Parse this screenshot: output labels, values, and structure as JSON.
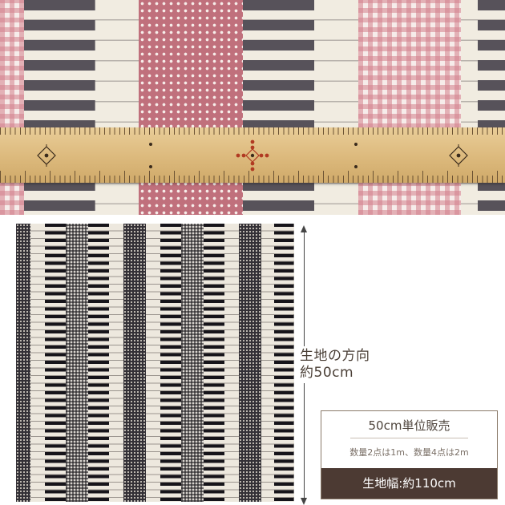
{
  "image": {
    "top_photo": {
      "subject": "close-up",
      "palette": {
        "pink": "#c0707c",
        "key_dark": "#57525a",
        "cream": "#f1ece1",
        "ruler": "#dcb97c"
      }
    },
    "full_fabric": {
      "palette": {
        "key_black": "#16141a",
        "cream": "#ede8de"
      }
    }
  },
  "dimension": {
    "line1": "生地の方向",
    "line2": "約50cm"
  },
  "info": {
    "title": "50cm単位販売",
    "subtitle": "数量2点は1m、数量4点は2m",
    "width_label": "生地幅:約110cm"
  },
  "colors": {
    "box_border": "#8a7a6a",
    "bar_bg": "#4c3a33",
    "text_brown": "#4a3f36"
  }
}
